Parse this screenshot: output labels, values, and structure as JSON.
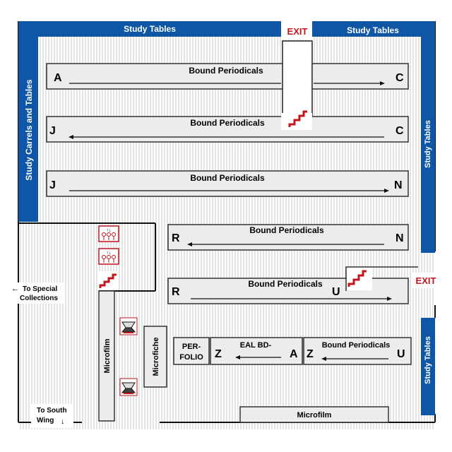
{
  "exits": [
    "EXIT",
    "EXIT"
  ],
  "study_tables": [
    "Study Tables",
    "Study Tables",
    "Study Tables",
    "Study Tables"
  ],
  "study_carrels": "Study Carrels and Tables",
  "shelf_label": "Bound Periodicals",
  "ranges": [
    {
      "title": "Bound Periodicals",
      "start": "A",
      "end": "C"
    },
    {
      "title": "Bound Periodicals",
      "start": "J",
      "end": "C"
    },
    {
      "title": "Bound Periodicals",
      "start": "J",
      "end": "N"
    },
    {
      "title": "Bound Periodicals",
      "start": "R",
      "end": "N"
    },
    {
      "title": "Bound Periodicals",
      "start": "R",
      "end": "U"
    },
    {
      "title": "Bound Periodicals",
      "start": "Z",
      "end": "U"
    }
  ],
  "eal": {
    "title": "EAL BD-",
    "start": "Z",
    "end": "A"
  },
  "per_folio": [
    "PER-",
    "FOLIO"
  ],
  "microfilm": [
    "Microfilm",
    "Microfilm"
  ],
  "microfiche": "Microfiche",
  "to_special": [
    "To Special",
    "Collections"
  ],
  "to_special_arrow": "←",
  "to_south": [
    "To South",
    "Wing"
  ],
  "to_south_arrow": "↓",
  "colors": {
    "blue": "#0f56a5",
    "red": "#c0161c",
    "shelf": "#ececec",
    "hatch": "#c4c4c4"
  },
  "icons": [
    "stairs-icon",
    "elevator-icon",
    "microfilm-reader-icon"
  ]
}
